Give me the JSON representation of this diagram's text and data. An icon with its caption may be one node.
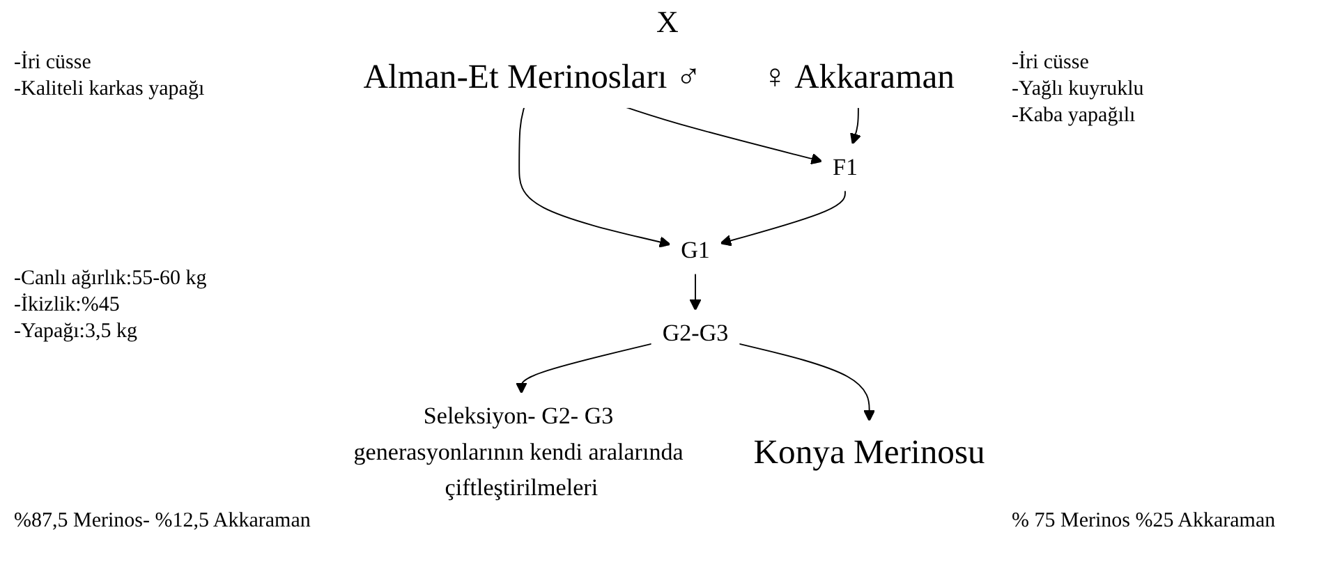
{
  "diagram": {
    "nodes": [
      {
        "text": [
          "Alman-Et Merinosları ♂"
        ]
      },
      {
        "text": [
          "♀ Akkaraman"
        ]
      },
      {
        "text": [
          "F1"
        ]
      },
      {
        "text": [
          "G1"
        ]
      },
      {
        "text": [
          "G2-G3"
        ]
      },
      {
        "text": [
          "Seleksiyon- G2- G3 generasyonlarının kendi aralarında çiftleştirilmeleri"
        ]
      },
      {
        "text": [
          "Konya Merinosu"
        ]
      }
    ],
    "edges": [
      {
        "from": 0,
        "to": 2,
        "arrow": "to"
      },
      {
        "from": 1,
        "to": 2,
        "arrow": "to"
      },
      {
        "from": 0,
        "to": 3,
        "arrow": "to"
      },
      {
        "from": 2,
        "to": 3,
        "arrow": "to"
      },
      {
        "from": 3,
        "to": 4,
        "arrow": "to"
      },
      {
        "from": 4,
        "to": 5,
        "arrow": "to"
      },
      {
        "from": 4,
        "to": 6,
        "arrow": "to"
      }
    ],
    "labels": [
      "X",
      "-İri cüsse",
      "-Kaliteli karkas yapağı",
      "-İri cüsse",
      "-Yağlı kuyruklu",
      "-Kaba yapağılı",
      "% 75 Merinos %25 Akkaraman",
      "-Canlı ağırlık:55-60 kg",
      "-İkizlik:%45",
      "-Yapağı:3,5 kg",
      "%87,5 Merinos- %12,5 Akkaraman"
    ]
  }
}
